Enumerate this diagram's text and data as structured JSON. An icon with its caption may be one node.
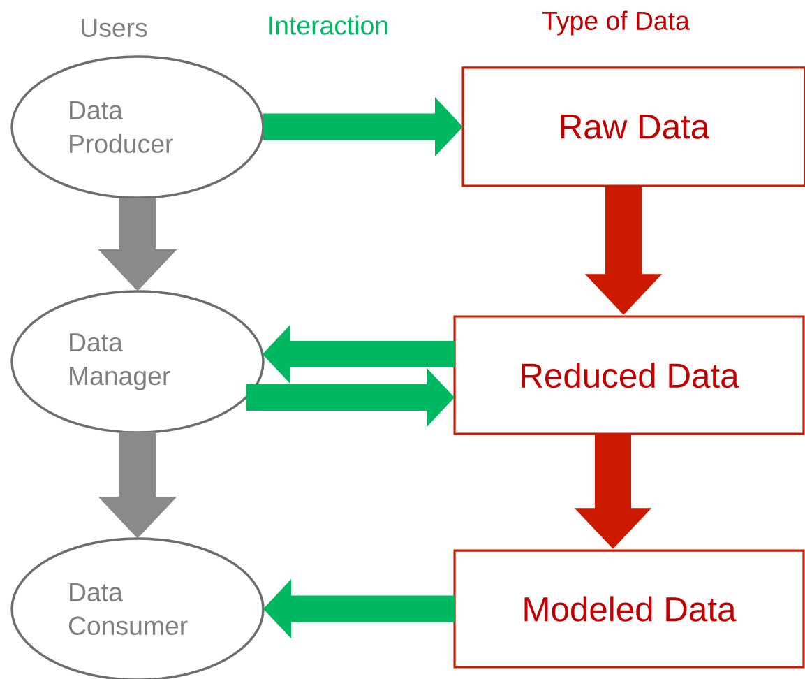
{
  "diagram": {
    "nodes": [
      {
        "text": [
          "Data Producer"
        ]
      },
      {
        "text": [
          "Data Manager"
        ]
      },
      {
        "text": [
          "Data Consumer"
        ]
      },
      {
        "text": [
          "Raw Data"
        ]
      },
      {
        "text": [
          "Reduced Data"
        ]
      },
      {
        "text": [
          "Modeled Data"
        ]
      }
    ],
    "edges": [
      {
        "from": 0,
        "to": 1,
        "arrow": "to",
        "color": "#8a8a8c"
      },
      {
        "from": 1,
        "to": 2,
        "arrow": "to",
        "color": "#8a8a8c"
      },
      {
        "from": 0,
        "to": 3,
        "arrow": "to"
      },
      {
        "from": 3,
        "to": 4,
        "arrow": "to",
        "color": "#cc1a00"
      },
      {
        "from": 4,
        "to": 5,
        "arrow": "to",
        "color": "#cc1a00"
      },
      {
        "from": 4,
        "to": 1,
        "arrow": "to"
      },
      {
        "from": 1,
        "to": 4,
        "arrow": "to"
      },
      {
        "from": 5,
        "to": 2,
        "arrow": "to"
      }
    ],
    "labels": [
      "Users",
      "Interaction",
      "Type of Data"
    ]
  }
}
